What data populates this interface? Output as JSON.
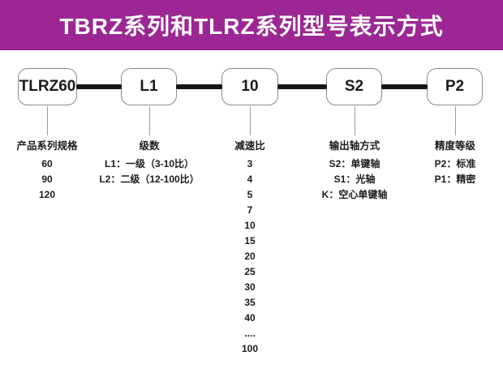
{
  "title": "TBRZ系列和TLRZ系列型号表示方式",
  "colors": {
    "title_bg": "#9c2794",
    "title_text": "#ffffff",
    "box_border": "#8a8a8a",
    "connector": "#151515",
    "drop_line": "#9b9b9b",
    "text": "#1c1c1c"
  },
  "boxes": [
    {
      "label": "TLRZ60"
    },
    {
      "label": "L1"
    },
    {
      "label": "10"
    },
    {
      "label": "S2"
    },
    {
      "label": "P2"
    }
  ],
  "columns": [
    {
      "heading": "产品系列规格",
      "items": [
        "60",
        "90",
        "120"
      ]
    },
    {
      "heading": "级数",
      "items": [
        "L1：一级（3-10比）",
        "L2：二级（12-100比）"
      ]
    },
    {
      "heading": "减速比",
      "items": [
        "3",
        "4",
        "5",
        "7",
        "10",
        "15",
        "20",
        "25",
        "30",
        "35",
        "40",
        "....",
        "100"
      ]
    },
    {
      "heading": "输出轴方式",
      "items": [
        "S2：单键轴",
        "S1：光轴",
        "K：空心单键轴"
      ]
    },
    {
      "heading": "精度等级",
      "items": [
        "P2：标准",
        "P1：精密"
      ]
    }
  ]
}
